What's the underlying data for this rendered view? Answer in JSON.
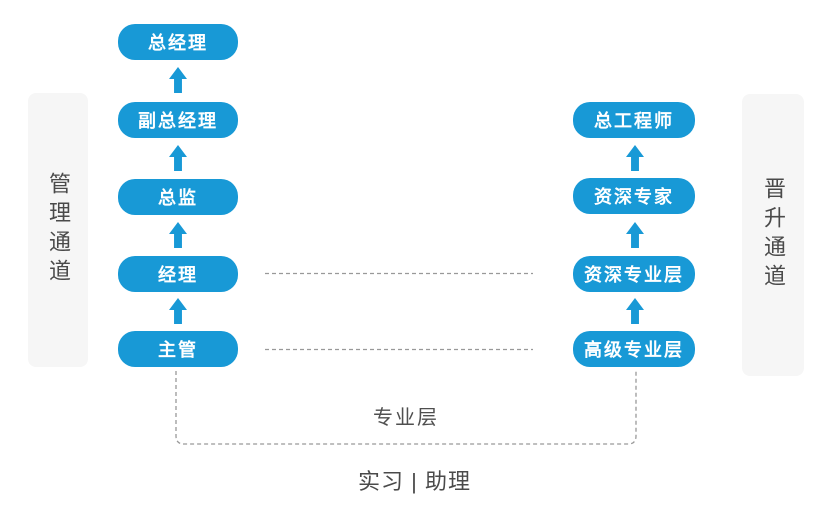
{
  "colors": {
    "accent_blue": "#1899d6",
    "panel_gray": "#f6f6f6",
    "dash_gray": "#999999",
    "text_dark": "#4a4a4a",
    "box_text": "#ffffff"
  },
  "management_channel": {
    "label": "管理通道",
    "levels": [
      "总经理",
      "副总经理",
      "总监",
      "经理",
      "主管"
    ]
  },
  "promotion_channel": {
    "label": "晋升通道",
    "levels": [
      "总工程师",
      "资深专家",
      "资深专业层",
      "高级专业层"
    ]
  },
  "professional_layer": {
    "bracket_label": "专业层",
    "base_label": "实习 | 助理"
  }
}
